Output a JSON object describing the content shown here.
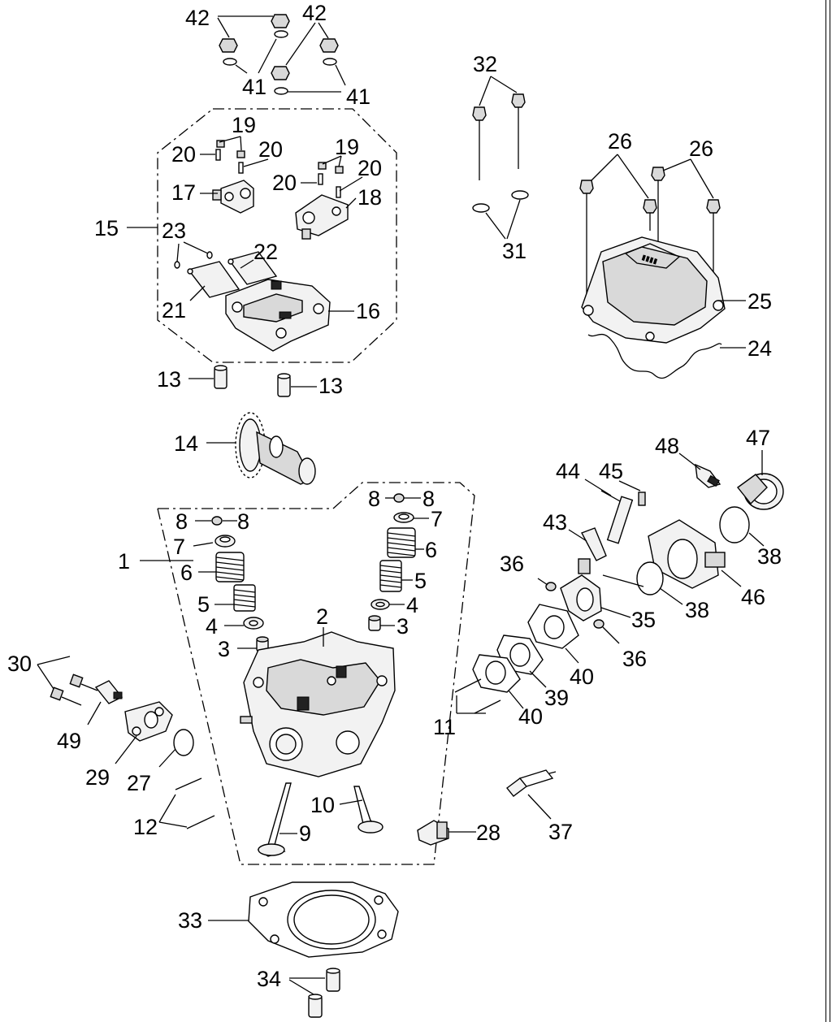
{
  "labels": {
    "l42a": "42",
    "l42b": "42",
    "l41a": "41",
    "l41b": "41",
    "l32": "32",
    "l31": "31",
    "l26a": "26",
    "l26b": "26",
    "l25": "25",
    "l24": "24",
    "l19a": "19",
    "l19b": "19",
    "l20a": "20",
    "l20b": "20",
    "l20c": "20",
    "l20d": "20",
    "l17": "17",
    "l18": "18",
    "l15": "15",
    "l23": "23",
    "l22": "22",
    "l21": "21",
    "l16": "16",
    "l13a": "13",
    "l13b": "13",
    "l14": "14",
    "l8a": "8",
    "l8b": "8",
    "l8c": "8",
    "l8d": "8",
    "l7a": "7",
    "l7b": "7",
    "l6a": "6",
    "l6b": "6",
    "l5a": "5",
    "l5b": "5",
    "l4a": "4",
    "l4b": "4",
    "l3a": "3",
    "l3b": "3",
    "l1": "1",
    "l2": "2",
    "l30": "30",
    "l49": "49",
    "l29": "29",
    "l27": "27",
    "l12": "12",
    "l10": "10",
    "l9": "9",
    "l11": "11",
    "l28": "28",
    "l37": "37",
    "l33": "33",
    "l34": "34",
    "l48": "48",
    "l47": "47",
    "l44": "44",
    "l45": "45",
    "l43": "43",
    "l36a": "36",
    "l36b": "36",
    "l35": "35",
    "l38a": "38",
    "l38b": "38",
    "l46": "46",
    "l40a": "40",
    "l40b": "40",
    "l39": "39"
  }
}
